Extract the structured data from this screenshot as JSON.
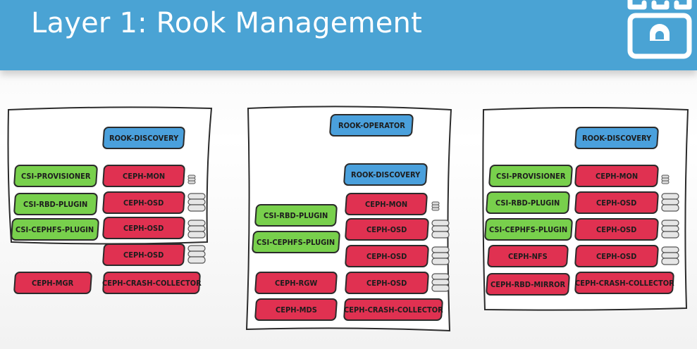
{
  "header": {
    "title": "Layer 1: Rook Management"
  },
  "colors": {
    "header_bg": "#4aa3d4",
    "blue": "#4aa0dc",
    "green": "#78d04c",
    "red": "#e03151"
  },
  "nodes": [
    {
      "components": [
        {
          "label": "ROOK-DISCOVERY",
          "color": "blue"
        },
        {
          "label": "CSI-PROVISIONER",
          "color": "green"
        },
        {
          "label": "CEPH-MON",
          "color": "red"
        },
        {
          "label": "CSI-RBD-PLUGIN",
          "color": "green"
        },
        {
          "label": "CEPH-OSD",
          "color": "red"
        },
        {
          "label": "CSI-CEPHFS-PLUGIN",
          "color": "green"
        },
        {
          "label": "CEPH-OSD",
          "color": "red"
        },
        {
          "label": "CEPH-OSD",
          "color": "red"
        },
        {
          "label": "CEPH-MGR",
          "color": "red"
        },
        {
          "label": "CEPH-CRASH-COLLECTOR",
          "color": "red"
        }
      ]
    },
    {
      "components": [
        {
          "label": "ROOK-OPERATOR",
          "color": "blue"
        },
        {
          "label": "ROOK-DISCOVERY",
          "color": "blue"
        },
        {
          "label": "CEPH-MON",
          "color": "red"
        },
        {
          "label": "CSI-RBD-PLUGIN",
          "color": "green"
        },
        {
          "label": "CEPH-OSD",
          "color": "red"
        },
        {
          "label": "CSI-CEPHFS-PLUGIN",
          "color": "green"
        },
        {
          "label": "CEPH-OSD",
          "color": "red"
        },
        {
          "label": "CEPH-RGW",
          "color": "red"
        },
        {
          "label": "CEPH-OSD",
          "color": "red"
        },
        {
          "label": "CEPH-MDS",
          "color": "red"
        },
        {
          "label": "CEPH-CRASH-COLLECTOR",
          "color": "red"
        }
      ]
    },
    {
      "components": [
        {
          "label": "ROOK-DISCOVERY",
          "color": "blue"
        },
        {
          "label": "CSI-PROVISIONER",
          "color": "green"
        },
        {
          "label": "CEPH-MON",
          "color": "red"
        },
        {
          "label": "CSI-RBD-PLUGIN",
          "color": "green"
        },
        {
          "label": "CEPH-OSD",
          "color": "red"
        },
        {
          "label": "CSI-CEPHFS-PLUGIN",
          "color": "green"
        },
        {
          "label": "CEPH-OSD",
          "color": "red"
        },
        {
          "label": "CEPH-NFS",
          "color": "red"
        },
        {
          "label": "CEPH-OSD",
          "color": "red"
        },
        {
          "label": "CEPH-RBD-MIRROR",
          "color": "red"
        },
        {
          "label": "CEPH-CRASH-COLLECTOR",
          "color": "red"
        }
      ]
    }
  ]
}
